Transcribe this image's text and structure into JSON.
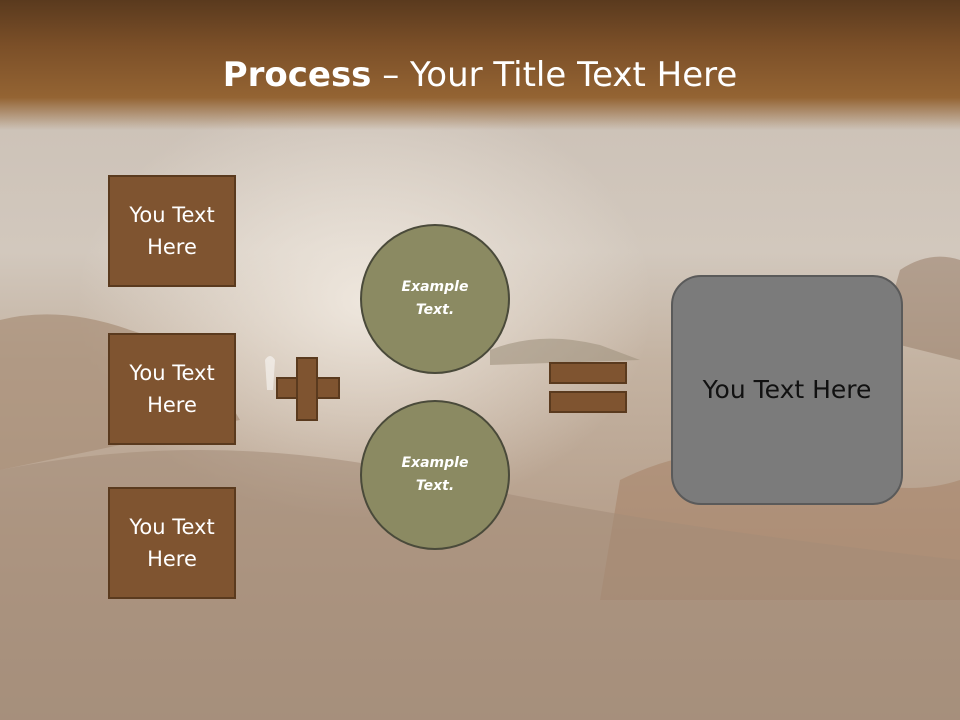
{
  "title": {
    "bold": "Process",
    "rest": " – Your Title Text Here"
  },
  "inputs": [
    {
      "label": "You Text Here"
    },
    {
      "label": "You Text Here"
    },
    {
      "label": "You Text Here"
    }
  ],
  "examples": [
    {
      "label": "Example Text."
    },
    {
      "label": "Example Text."
    }
  ],
  "result": {
    "label": "You Text Here"
  },
  "colors": {
    "header": "#7b4f28",
    "box_fill": "#7f5430",
    "box_border": "#5a3a1e",
    "circle_fill": "#8b8a62",
    "result_fill": "#7b7b7b",
    "background": "#bfb2a6"
  }
}
